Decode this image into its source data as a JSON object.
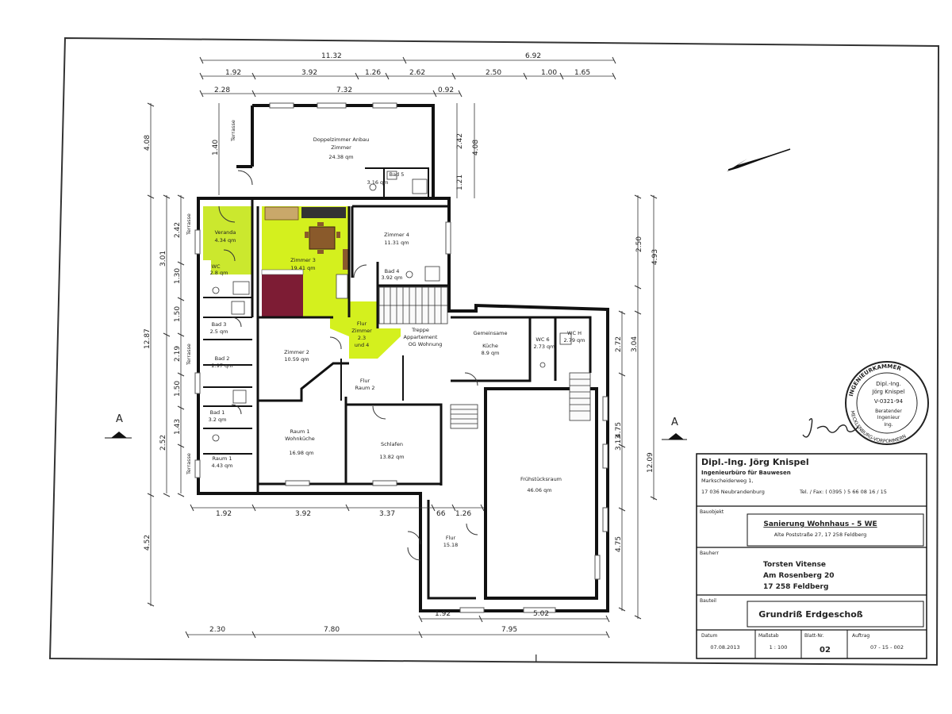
{
  "title_block": {
    "architect_name": "Dipl.-Ing. Jörg Knispel",
    "architect_role": "Ingenieurbüro für Bauwesen",
    "architect_street": "Markscheiderweg 1,",
    "architect_city": "17 036 Neubrandenburg",
    "architect_phone": "Tel. / Fax: ( 0395 ) 5 66 08 16 / 15",
    "project_label": "Bauobjekt",
    "project_name": "Sanierung Wohnhaus - 5 WE",
    "project_address": "Alte Poststraße 27, 17 258 Feldberg",
    "client_label": "Bauherr",
    "client_name": "Torsten Vitense",
    "client_street": "Am Rosenberg 20",
    "client_city": "17 258 Feldberg",
    "drawing_label": "Bauteil",
    "drawing_title": "Grundriß Erdgeschoß",
    "date_label": "Datum",
    "date_value": "07.08.2013",
    "scale_label": "Maßstab",
    "scale_value": "1 : 100",
    "sheet_label": "Blatt-Nr.",
    "sheet_value": "02",
    "order_label": "Auftrag",
    "order_value": "07 - 15 - 002"
  },
  "stamp": {
    "ring_top": "INGENIEURKAMMER",
    "ring_bottom": "MECKLENBURG-VORPOMMERN",
    "line1": "Dipl.-Ing.",
    "line2": "Jörg Knispel",
    "line3": "V-0321-94",
    "line4": "Beratender",
    "line5": "Ingenieur",
    "line6": "Ing.",
    "signature": "J. Kn..."
  },
  "section_marks": {
    "left": "A",
    "right": "A"
  },
  "page_mark": "I",
  "rooms": {
    "doppelzimmer": {
      "name": "Doppelzimmer Anbau",
      "sub": "Zimmer",
      "area": "24.38 qm"
    },
    "bad5": {
      "name": "Bad 5",
      "area": "3.16 qm"
    },
    "veranda": {
      "name": "Veranda",
      "area": "4.34 qm"
    },
    "wc_small": {
      "name": "WC",
      "area": "2.8 qm"
    },
    "zimmer3": {
      "name": "Zimmer 3",
      "area": "19.41 qm"
    },
    "zimmer4": {
      "name": "Zimmer 4",
      "area": "11.31 qm"
    },
    "bad4": {
      "name": "Bad 4",
      "area": "3.92 qm"
    },
    "flur_zimmer": {
      "name": "Flur",
      "sub": "Zimmer",
      "area": "2.3",
      "extra": "und 4"
    },
    "treppe": {
      "name": "Treppe",
      "sub": "Appartement",
      "extra": "OG Wohnung"
    },
    "bad3": {
      "name": "Bad 3",
      "area": "2.5 qm"
    },
    "bad2": {
      "name": "Bad 2",
      "area": "2.97 qm"
    },
    "bad1": {
      "name": "Bad 1",
      "area": "3.2 qm"
    },
    "raum1": {
      "name": "Raum 1",
      "area": "4.43 qm"
    },
    "zimmer2": {
      "name": "Zimmer 2",
      "area": "10.59 qm"
    },
    "flur_raum": {
      "name": "Flur",
      "sub": "Raum 2"
    },
    "raum1_wohn": {
      "name": "Raum 1",
      "sub": "Wohnküche",
      "area": "16.98 qm"
    },
    "schlafen": {
      "name": "Schlafen",
      "area": "13.82 qm"
    },
    "kueche": {
      "name": "Gemeinsame",
      "sub": "Küche",
      "area": "8.9 qm"
    },
    "wc6": {
      "name": "WC 6",
      "area": "2.73 qm"
    },
    "wc_h": {
      "name": "WC H",
      "area": "2.79 qm"
    },
    "fruehstueck": {
      "name": "Frühstücksraum",
      "area": "46.06 qm"
    },
    "flur_entry": {
      "name": "Flur",
      "area": "15.18"
    },
    "terrasse": {
      "name": "Terrasse"
    }
  },
  "dimensions": {
    "top1": [
      "11.32",
      "6.92"
    ],
    "top2": [
      "1.92",
      "3.92",
      "1.26",
      "2.62",
      "2.50",
      "1.00",
      "1.65"
    ],
    "top3": [
      "2.28",
      "7.32",
      "0.92"
    ],
    "left_outer": [
      "4.08",
      "12.87",
      "4.52"
    ],
    "left_mid": [
      "3.01",
      "2.52"
    ],
    "left_inner": [
      "2.42",
      "1.30",
      "1.50",
      "2.19",
      "1.50",
      "1.43"
    ],
    "upper_left": [
      "1.40"
    ],
    "right_upper": [
      "2.42",
      "1.21",
      "4.08"
    ],
    "right_mid": [
      "4.93",
      "2.50",
      "12.09"
    ],
    "right_inner": [
      "2.72",
      "3.04",
      "3.13",
      "4.75",
      "4.75"
    ],
    "mid_row": [
      "1.92",
      "3.92",
      "3.37",
      "1.26",
      "66"
    ],
    "bottom1": [
      "1.92",
      "5.02"
    ],
    "bottom2": [
      "2.30",
      "7.80",
      "7.95"
    ]
  },
  "colors": {
    "highlight_green": "#d4f01e",
    "veranda_green": "#cbe82e",
    "bed_red": "#7d1c34",
    "wall": "#111111",
    "furniture_wood": "#8a5a2b"
  }
}
